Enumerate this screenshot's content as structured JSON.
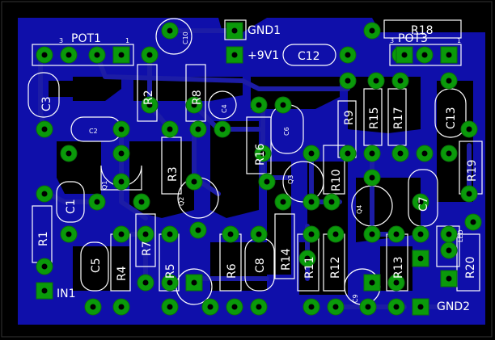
{
  "board": {
    "background": "#000000",
    "copper_color": "#0f0faa",
    "pad_color": "#0a9a0a",
    "silk_color": "#ffffff"
  },
  "labels": {
    "pot1": "POT1",
    "pot1_pin3": "3",
    "pot1_pin1": "1",
    "gnd1": "GND1",
    "v9": "+9V1",
    "c12": "C12",
    "r18": "R18",
    "pot3": "POT3",
    "pot3_pin3": "3",
    "pot3_pin1": "1",
    "c10": "C10",
    "c3": "C3",
    "r2": "R2",
    "r8": "R8",
    "c4": "C4",
    "c2": "C2",
    "r9": "R9",
    "r15": "R15",
    "r17": "R17",
    "c13": "C13",
    "r16": "R16",
    "c6": "C6",
    "q1": "Q1",
    "r3": "R3",
    "q2": "Q2",
    "q3": "Q3",
    "r10": "R10",
    "c1": "C1",
    "q4": "Q4",
    "c7": "C7",
    "r19": "R19",
    "r1": "R1",
    "r7": "R7",
    "r14": "R14",
    "c5": "C5",
    "r4": "R4",
    "r5": "R5",
    "r6": "R6",
    "c8": "C8",
    "r11": "R11",
    "r12": "R12",
    "r13": "R13",
    "r20": "R20",
    "c9": "C9",
    "in1": "IN1",
    "gnd2": "GND2",
    "led": "LED"
  }
}
